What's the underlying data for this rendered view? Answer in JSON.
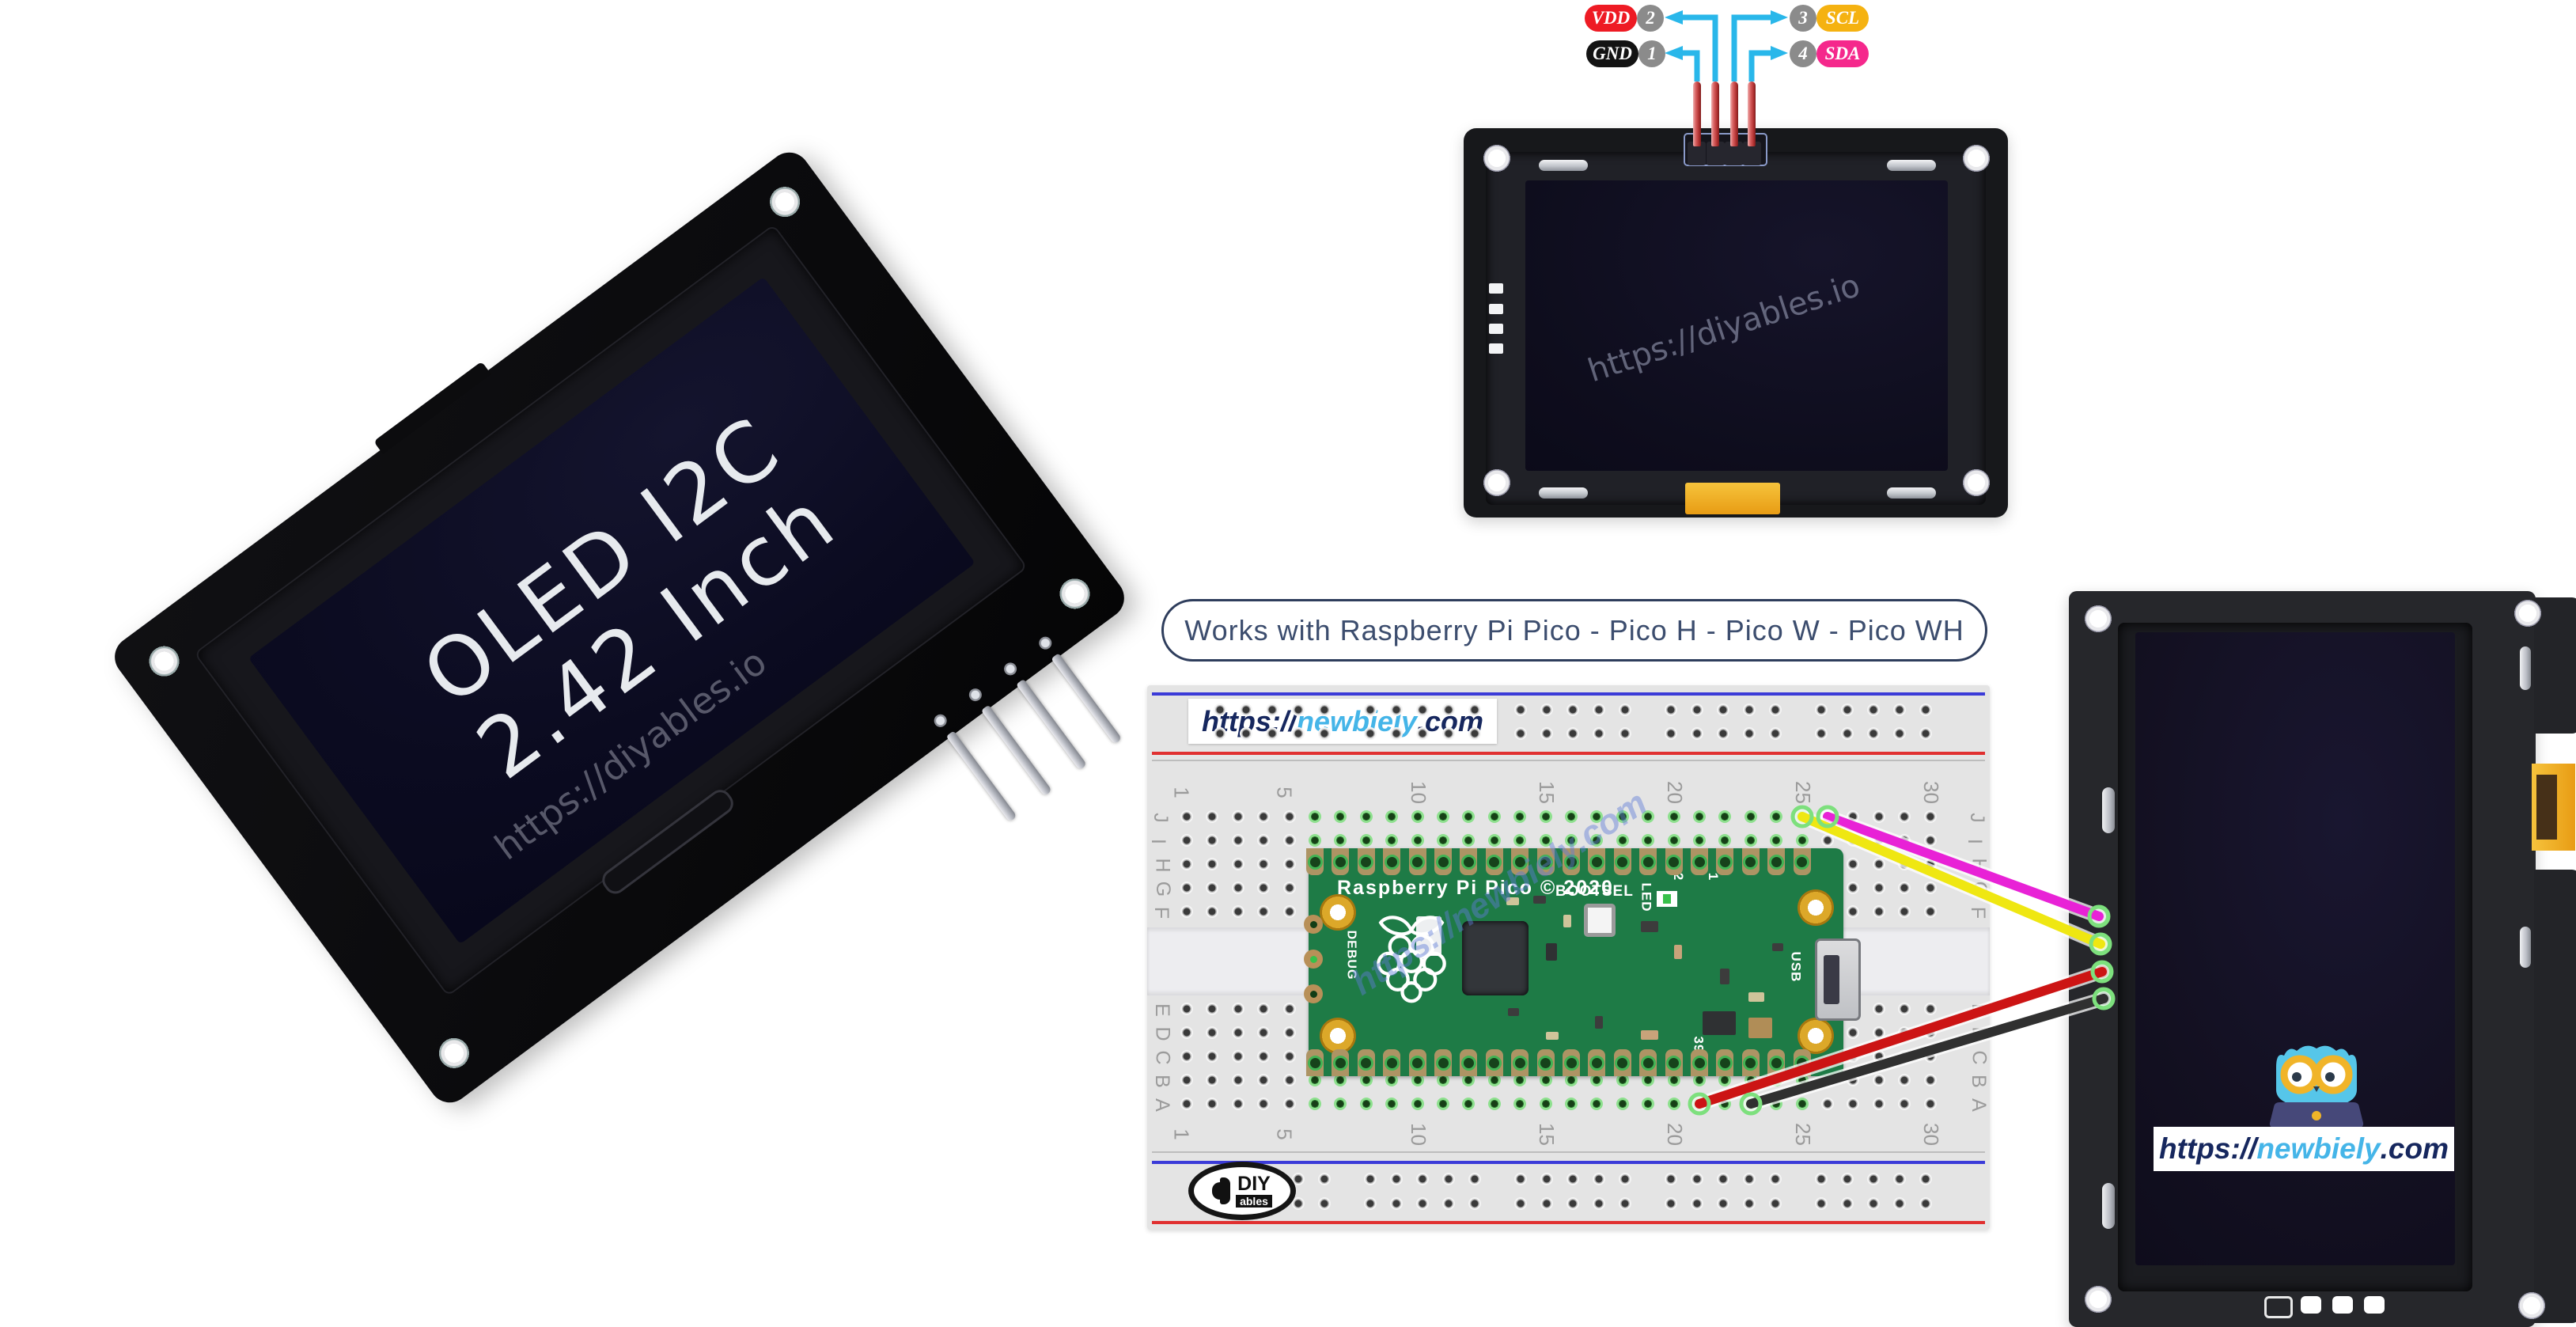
{
  "colors": {
    "arrow_cyan": "#29b7ea",
    "pin_circle_gray": "#8b8b8b",
    "rail_blue": "#3b3bd8",
    "rail_red": "#e03030",
    "pico_green": "#1e7b46",
    "breadboard_gray": "#e4e4e4",
    "wire_sda": "#e822d6",
    "wire_scl": "#efe712",
    "wire_vdd": "#cc1414",
    "wire_gnd": "#303030"
  },
  "banner": {
    "text": "Works with Raspberry Pi Pico - Pico H - Pico W - Pico WH"
  },
  "left_module": {
    "screen_line1": "OLED I2C",
    "screen_line2": "2.42 Inch",
    "watermark": "https://diyables.io"
  },
  "top_module": {
    "watermark": "https://diyables.io",
    "pins": [
      {
        "label": "VDD",
        "num": "2",
        "color": "#ee1b24",
        "side": "left"
      },
      {
        "label": "GND",
        "num": "1",
        "color": "#131313",
        "side": "left"
      },
      {
        "label": "SCL",
        "num": "3",
        "color": "#f5b211",
        "side": "right"
      },
      {
        "label": "SDA",
        "num": "4",
        "color": "#f5288c",
        "side": "right"
      }
    ]
  },
  "breadboard": {
    "site_label": {
      "prefix": "https://",
      "name": "newbiely",
      "suffix": ".com"
    },
    "watermark": "https://newbiely.com",
    "column_labels": [
      "1",
      "5",
      "10",
      "15",
      "20",
      "25",
      "30"
    ],
    "column_numbers": [
      1,
      5,
      10,
      15,
      20,
      25,
      30
    ],
    "row_labels_top": [
      "J",
      "I",
      "H",
      "G",
      "F"
    ],
    "row_labels_bottom": [
      "E",
      "D",
      "C",
      "B",
      "A"
    ],
    "brand": {
      "top": "DIY",
      "bottom": "ables"
    }
  },
  "pico": {
    "title": "Raspberry Pi Pico © 2020",
    "bootsel": "BOOTSEL",
    "led": "LED",
    "usb": "USB",
    "debug": "DEBUG",
    "pin_marker_2": "2",
    "pin_marker_1": "1",
    "pin_marker_39": "39"
  },
  "right_module": {
    "site_label": {
      "prefix": "https://",
      "name": "newbiely",
      "suffix": ".com"
    }
  }
}
